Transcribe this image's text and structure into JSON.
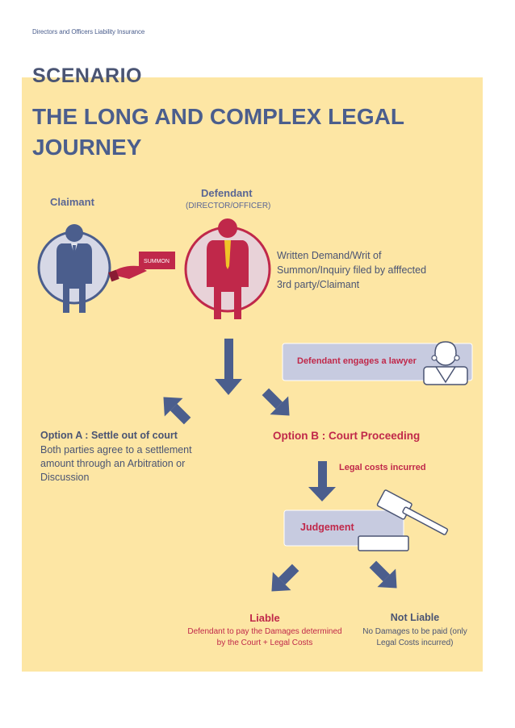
{
  "header": {
    "label": "Directors and Officers Liability Insurance"
  },
  "section": {
    "label": "SCENARIO"
  },
  "title": "THE LONG AND COMPLEX LEGAL JOURNEY",
  "claimant": {
    "label": "Claimant"
  },
  "defendant": {
    "label": "Defendant",
    "sublabel": "(DIRECTOR/OFFICER)"
  },
  "summon": {
    "label": "SUMMON",
    "description": "Written Demand/Writ of Summon/Inquiry filed by afffected 3rd party/Claimant"
  },
  "lawyer": {
    "label": "Defendant engages a lawyer"
  },
  "option_a": {
    "title": "Option A : Settle out of court",
    "body": "Both parties agree to a settlement amount through an Arbitration or Discussion"
  },
  "option_b": {
    "title": "Option B : Court Proceeding",
    "costs": "Legal costs incurred"
  },
  "judgement": {
    "label": "Judgement"
  },
  "liable": {
    "title": "Liable",
    "body": "Defendant to pay the Damages determined by the Court + Legal Costs"
  },
  "not_liable": {
    "title": "Not Liable",
    "body": "No Damages to be paid (only Legal Costs incurred)"
  },
  "colors": {
    "panel": "#fde6a4",
    "navy": "#4b5e8d",
    "crimson": "#c0284a",
    "box": "#c7cbe0"
  }
}
